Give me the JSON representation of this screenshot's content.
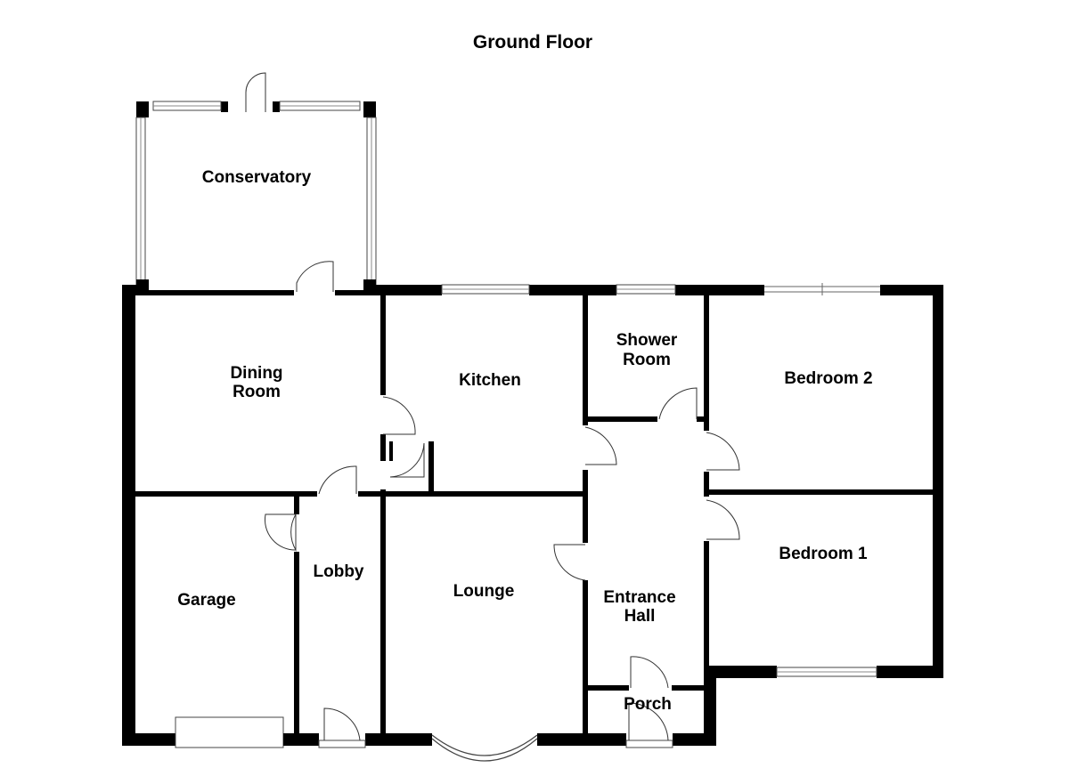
{
  "floor": {
    "title": "Ground Floor"
  },
  "rooms": {
    "conservatory": "Conservatory",
    "dining_room_1": "Dining",
    "dining_room_2": "Room",
    "kitchen": "Kitchen",
    "shower_room_1": "Shower",
    "shower_room_2": "Room",
    "bedroom_2": "Bedroom 2",
    "bedroom_1": "Bedroom 1",
    "garage": "Garage",
    "lobby": "Lobby",
    "lounge": "Lounge",
    "entrance_hall_1": "Entrance",
    "entrance_hall_2": "Hall",
    "porch": "Porch"
  }
}
